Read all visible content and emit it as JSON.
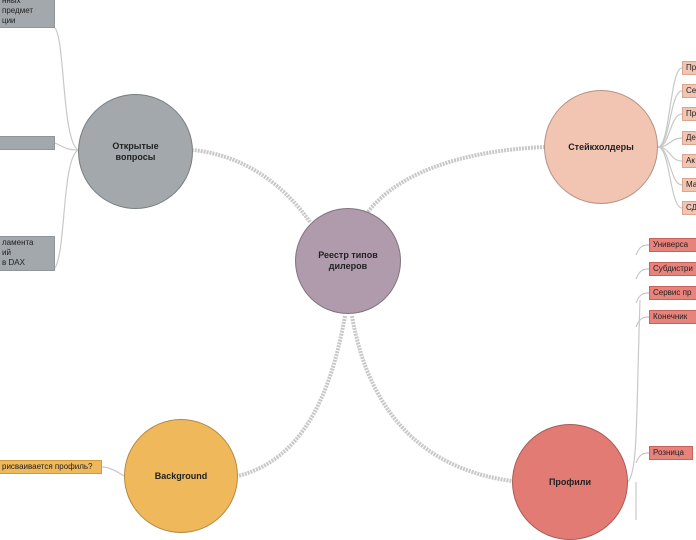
{
  "colors": {
    "center": "#af9bab",
    "open_questions": "#a2a8ab",
    "stakeholders": "#f2c4b2",
    "background": "#efb85a",
    "profiles": "#e27b74",
    "connector": "#c8c8c8"
  },
  "center": {
    "label": "Реестр типов дилеров"
  },
  "open_questions": {
    "label": "Открытые вопросы",
    "items": [
      "нных\nпредмет\nции",
      "",
      "ламента\nий\nв DAX"
    ]
  },
  "stakeholders": {
    "label": "Стейкхолдеры",
    "items": [
      "Пр",
      "Се",
      "Пр",
      "Де",
      "Ак",
      "Ма",
      "СД"
    ]
  },
  "background": {
    "label": "Background",
    "items": [
      "рисваивается профиль?"
    ]
  },
  "profiles": {
    "label": "Профили",
    "items": [
      "Универса",
      "Субдистри",
      "Сервис пр",
      "Конечник",
      "Розница"
    ]
  }
}
